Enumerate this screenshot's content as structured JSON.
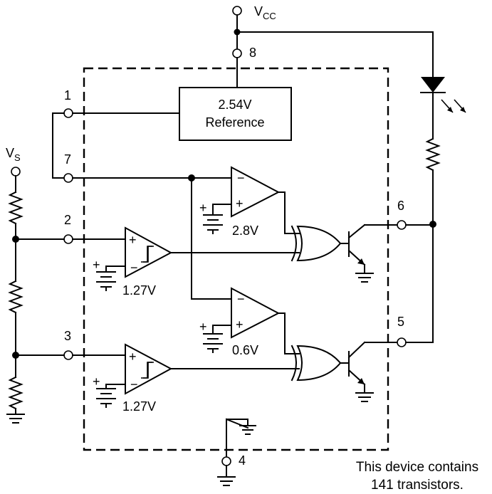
{
  "supply": {
    "main": "V",
    "sub": "CC"
  },
  "input": {
    "main": "V",
    "sub": "S"
  },
  "pins": {
    "p1": "1",
    "p2": "2",
    "p3": "3",
    "p4": "4",
    "p5": "5",
    "p6": "6",
    "p7": "7",
    "p8": "8"
  },
  "reference": {
    "line1": "2.54V",
    "line2": "Reference"
  },
  "thresholds": {
    "upper_comp_top": "2.8V",
    "upper_comp_bottom": "0.6V",
    "schmitt_top": "1.27V",
    "schmitt_bottom": "1.27V"
  },
  "opamp_signs": {
    "minus": "−",
    "plus": "+"
  },
  "note": {
    "line1": "This device contains",
    "line2": "141 transistors."
  }
}
